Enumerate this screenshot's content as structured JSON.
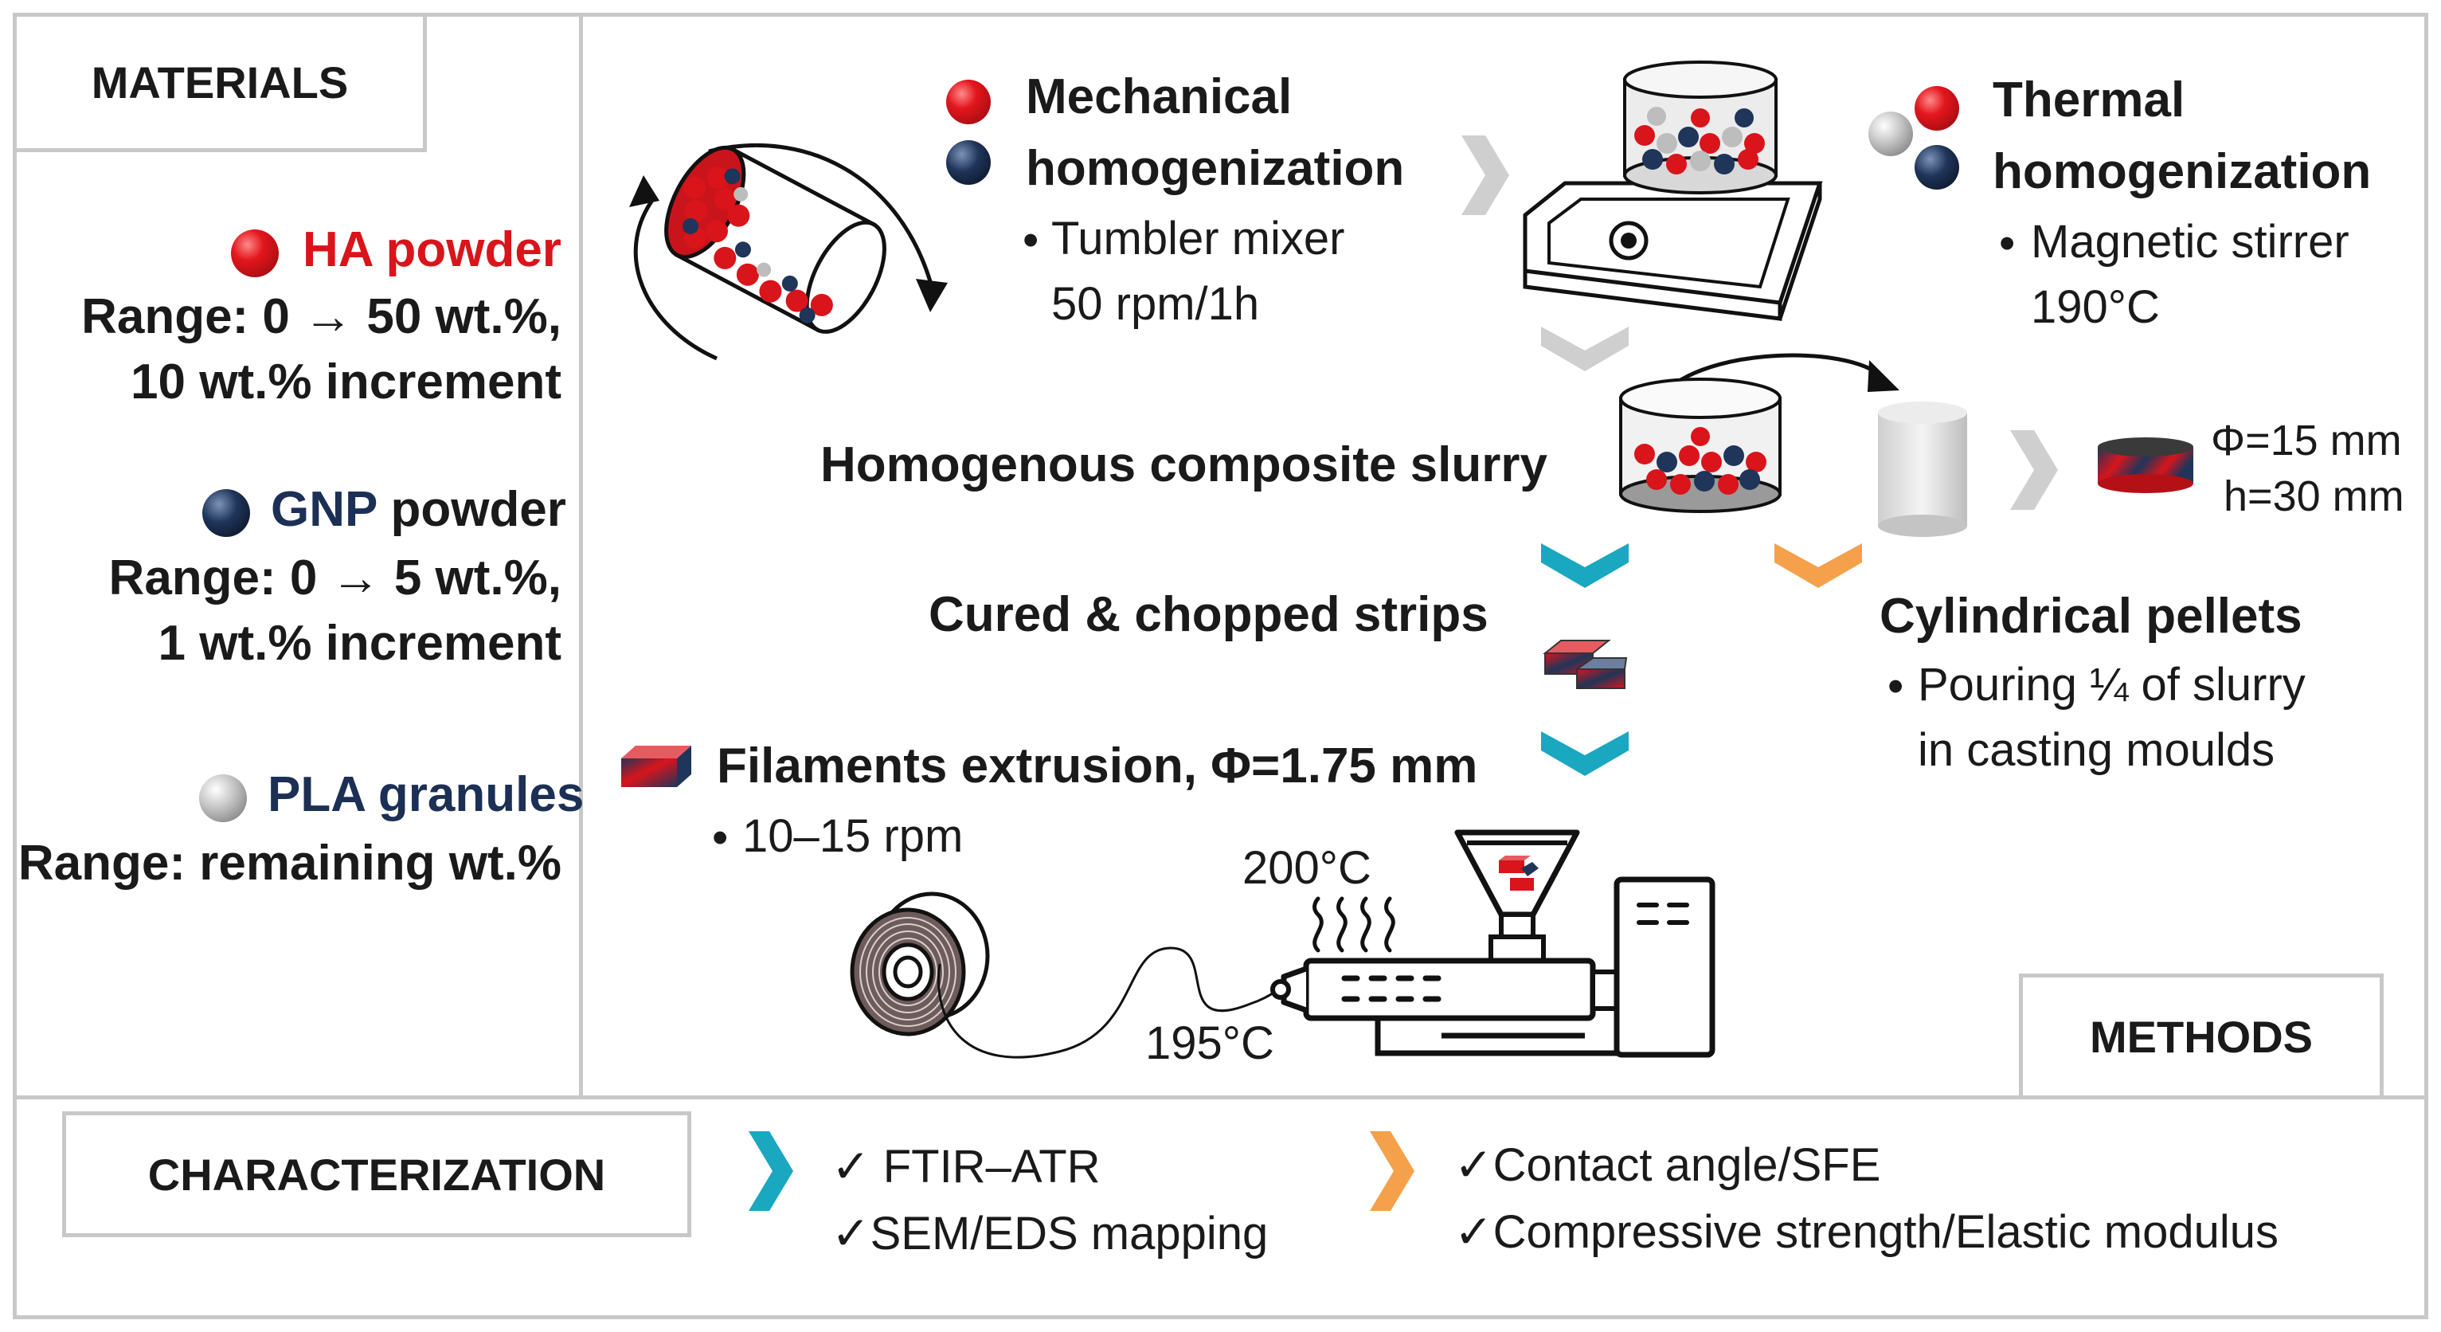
{
  "colors": {
    "red": "#d9141b",
    "navy": "#1c2f55",
    "cyan": "#1aa7c0",
    "orange": "#f5a04a",
    "gray_chevron": "#cfcfcf",
    "border": "#c8c8c8"
  },
  "materials": {
    "title": "MATERIALS",
    "ha": {
      "name_colored": "HA",
      "name_rest": "powder",
      "range": "Range:  0 → 50 wt.%,",
      "increment": "10 wt.% increment"
    },
    "gnp": {
      "name_colored": "GNP",
      "name_rest": "powder",
      "range": "Range: 0 → 5 wt.%,",
      "increment": "1 wt.% increment"
    },
    "pla": {
      "name": "PLA granules",
      "range": "Range: remaining wt.%"
    }
  },
  "methods": {
    "title": "METHODS",
    "mechanical": {
      "title_line1": "Mechanical",
      "title_line2": "homogenization",
      "bullet": "•",
      "detail_line1": "Tumbler mixer",
      "detail_line2": "50 rpm/1h"
    },
    "thermal": {
      "title_line1": "Thermal",
      "title_line2": "homogenization",
      "bullet": "•",
      "detail_line1": "Magnetic stirrer",
      "detail_line2": "190°C"
    },
    "slurry": "Homogenous composite slurry",
    "pellet_dims": {
      "diameter": "Φ=15 mm",
      "height": "h=30 mm"
    },
    "strips": "Cured & chopped strips",
    "pellets": {
      "title": "Cylindrical pellets",
      "bullet": "•",
      "detail_line1": "Pouring ¼ of slurry",
      "detail_line2": "in casting moulds"
    },
    "extrusion": {
      "title": "Filaments extrusion, Φ=1.75 mm",
      "bullet": "•",
      "detail": "10–15 rpm",
      "temp_top": "200°C",
      "temp_bottom": "195°C"
    }
  },
  "characterization": {
    "title": "CHARACTERIZATION",
    "group1": [
      "✓ FTIR–ATR",
      "✓SEM/EDS mapping"
    ],
    "group2": [
      "✓Contact angle/SFE",
      "✓Compressive strength/Elastic modulus"
    ]
  },
  "icons": [
    "tumbler-drum-icon",
    "magnetic-stirrer-icon",
    "beaker-icon",
    "cylinder-mould-icon",
    "pellet-icon",
    "chopped-strip-icon",
    "filament-strip-icon",
    "extruder-icon",
    "filament-spool-icon",
    "heat-waves-icon",
    "chevron-icon"
  ]
}
